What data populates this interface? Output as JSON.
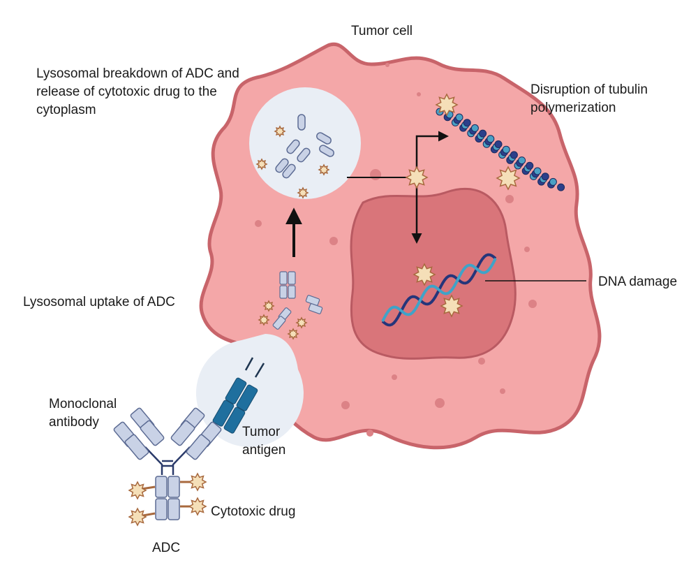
{
  "labels": {
    "tumor_cell": "Tumor cell",
    "lysosomal_breakdown": [
      "Lysosomal breakdown of ADC and",
      "release of cytotoxic drug to the",
      "cytoplasm"
    ],
    "tubulin": [
      "Disruption of tubulin",
      "polymerization"
    ],
    "dna_damage": "DNA damage",
    "lysosomal_uptake": "Lysosomal uptake of ADC",
    "monoclonal_antibody": [
      "Monoclonal",
      "antibody"
    ],
    "tumor_antigen": [
      "Tumor",
      "antigen"
    ],
    "cytotoxic_drug": "Cytotoxic drug",
    "adc": "ADC"
  },
  "colors": {
    "cell_fill": "#f4a7a8",
    "cell_border": "#c8646a",
    "nucleus_fill": "#d9757a",
    "nucleus_border": "#b95a62",
    "lysosome_fill": "#e9eef5",
    "drug_fill": "#f5dfb8",
    "drug_border": "#a8693e",
    "antibody_fill": "#c9d2e6",
    "antibody_border": "#5c6b93",
    "antigen_fill": "#1f6f9e",
    "tubulin_dark": "#2c3f8a",
    "tubulin_light": "#4aa0c4",
    "dna_dark": "#25357a",
    "dna_light": "#3fa3c8"
  }
}
